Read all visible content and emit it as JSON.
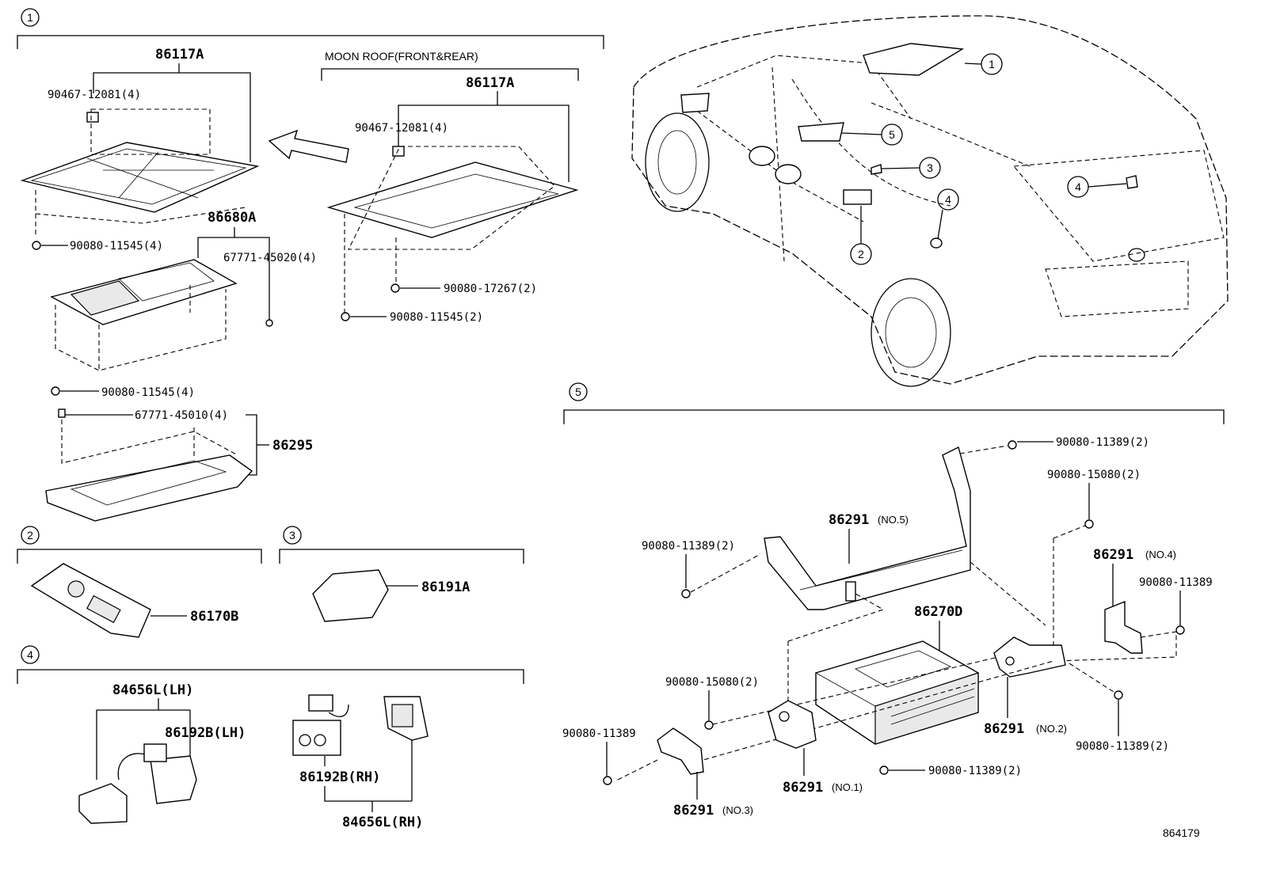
{
  "diagram": {
    "figure_id": "864179",
    "sections": [
      {
        "num": "1",
        "title": "MOON ROOF(FRONT&REAR)"
      },
      {
        "num": "2"
      },
      {
        "num": "3"
      },
      {
        "num": "4"
      },
      {
        "num": "5"
      }
    ],
    "callouts": [
      "1",
      "2",
      "3",
      "4",
      "5"
    ],
    "parts": {
      "p86117A_left": "86117A",
      "p86117A_right": "86117A",
      "p90467_left": "90467-12081(4)",
      "p90467_right": "90467-12081(4)",
      "p90080_11545_4a": "90080-11545(4)",
      "p86680A": "86680A",
      "p67771_45020": "67771-45020(4)",
      "p90080_17267": "90080-17267(2)",
      "p90080_11545_2": "90080-11545(2)",
      "p90080_11545_4b": "90080-11545(4)",
      "p67771_45010": "67771-45010(4)",
      "p86295": "86295",
      "p86170B": "86170B",
      "p86191A": "86191A",
      "p84656L_LH": "84656L(LH)",
      "p86192B_LH": "86192B(LH)",
      "p86192B_RH": "86192B(RH)",
      "p84656L_RH": "84656L(RH)",
      "p90080_11389_top": "90080-11389(2)",
      "p90080_15080_top": "90080-15080(2)",
      "p86291_no5": "86291",
      "p86291_no5_tag": "(NO.5)",
      "p90080_11389_left": "90080-11389(2)",
      "p86291_no4": "86291",
      "p86291_no4_tag": "(NO.4)",
      "p90080_11389_right": "90080-11389",
      "p86270D": "86270D",
      "p90080_15080_mid": "90080-15080(2)",
      "p90080_11389_far": "90080-11389",
      "p86291_no2": "86291",
      "p86291_no2_tag": "(NO.2)",
      "p90080_11389_bot_r": "90080-11389(2)",
      "p90080_11389_bot": "90080-11389(2)",
      "p86291_no1": "86291",
      "p86291_no1_tag": "(NO.1)",
      "p86291_no3": "86291",
      "p86291_no3_tag": "(NO.3)"
    }
  }
}
